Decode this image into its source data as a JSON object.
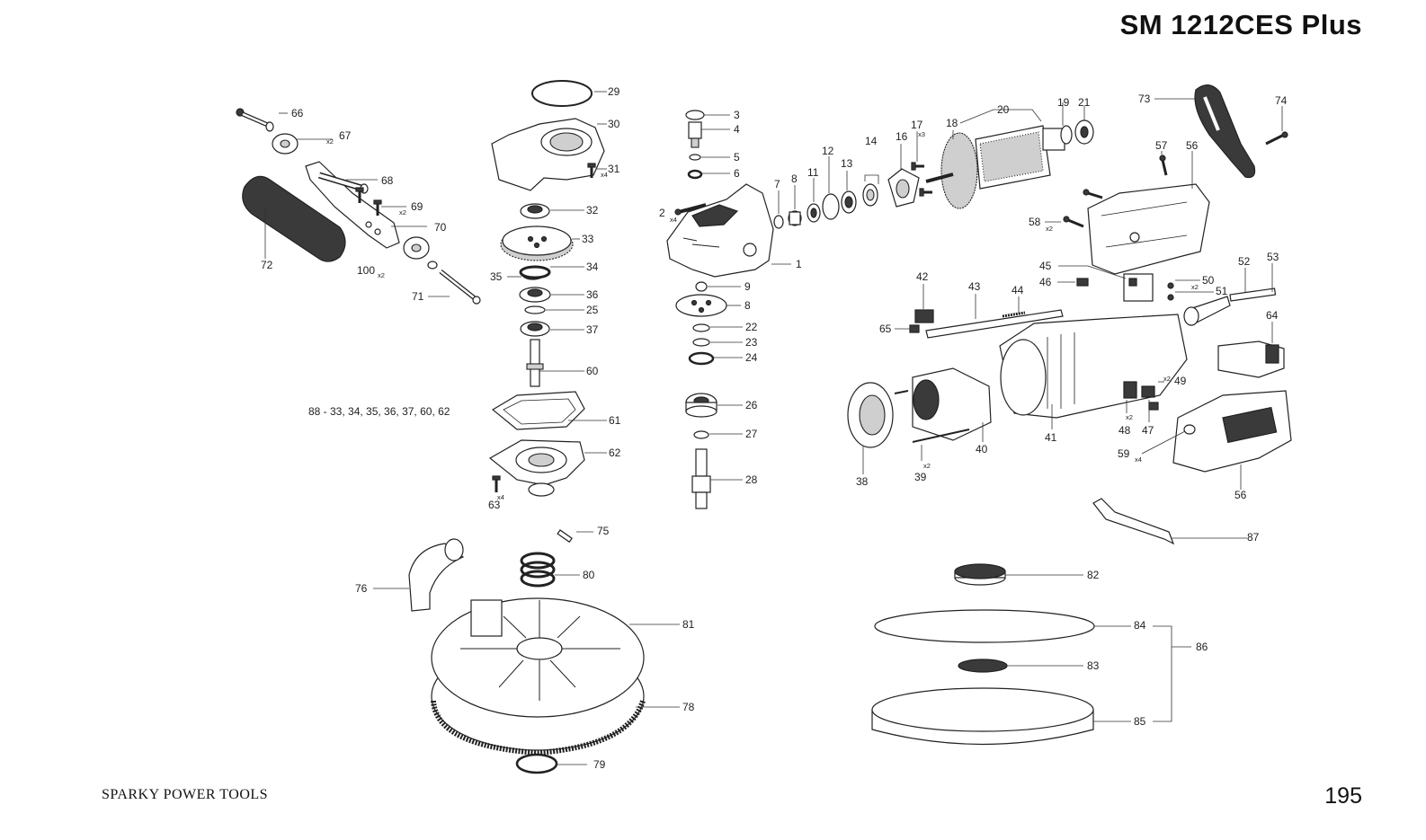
{
  "header": {
    "title": "SM 1212CES Plus"
  },
  "footer": {
    "brand": "SPARKY POWER TOOLS",
    "page_number": "195"
  },
  "diagram": {
    "group_note": "88 - 33, 34, 35, 36, 37, 60, 62",
    "callouts": {
      "n1": "1",
      "n2": "2",
      "n3": "3",
      "n4": "4",
      "n5": "5",
      "n6": "6",
      "n7": "7",
      "n8a": "8",
      "n8b": "8",
      "n9": "9",
      "n11": "11",
      "n12": "12",
      "n13": "13",
      "n14": "14",
      "n16": "16",
      "n17": "17",
      "n18": "18",
      "n19": "19",
      "n20": "20",
      "n21": "21",
      "n22": "22",
      "n23": "23",
      "n24": "24",
      "n25": "25",
      "n26": "26",
      "n27": "27",
      "n28": "28",
      "n29": "29",
      "n30": "30",
      "n31": "31",
      "n32": "32",
      "n33": "33",
      "n34": "34",
      "n35": "35",
      "n36": "36",
      "n37": "37",
      "n38": "38",
      "n39": "39",
      "n40": "40",
      "n41": "41",
      "n42": "42",
      "n43": "43",
      "n44": "44",
      "n45": "45",
      "n46": "46",
      "n47": "47",
      "n48": "48",
      "n49": "49",
      "n50": "50",
      "n51": "51",
      "n52": "52",
      "n53": "53",
      "n56a": "56",
      "n56b": "56",
      "n57": "57",
      "n58": "58",
      "n59": "59",
      "n60": "60",
      "n61": "61",
      "n62": "62",
      "n63": "63",
      "n64": "64",
      "n65": "65",
      "n66": "66",
      "n67": "67",
      "n68": "68",
      "n69": "69",
      "n70": "70",
      "n71": "71",
      "n72": "72",
      "n73": "73",
      "n74": "74",
      "n75": "75",
      "n76": "76",
      "n78": "78",
      "n79": "79",
      "n80": "80",
      "n81": "81",
      "n82": "82",
      "n83": "83",
      "n84": "84",
      "n85": "85",
      "n86": "86",
      "n87": "87",
      "n100": "100"
    },
    "quantities": {
      "q2": "x4",
      "q17": "x3",
      "q31": "x4",
      "q39": "x2",
      "q48": "x2",
      "q49": "x2",
      "q50": "x2",
      "q58": "x2",
      "q59": "x4",
      "q63": "x4",
      "q67": "x2",
      "q69": "x2",
      "q100": "x2"
    }
  }
}
